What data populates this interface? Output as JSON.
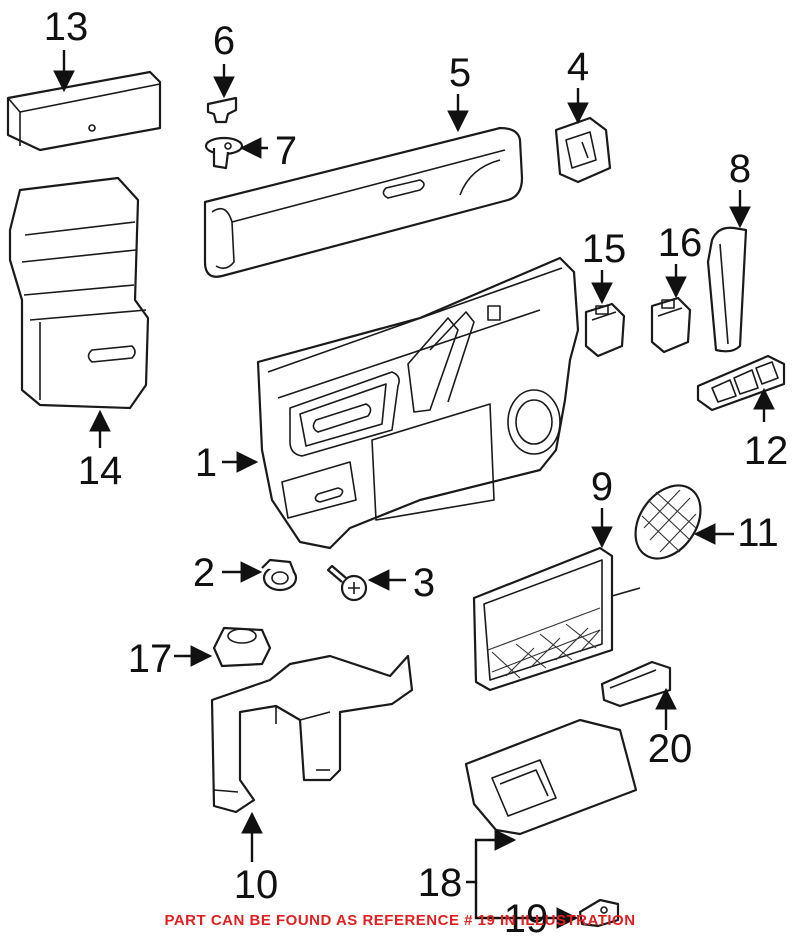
{
  "callouts": {
    "c1": "1",
    "c2": "2",
    "c3": "3",
    "c4": "4",
    "c5": "5",
    "c6": "6",
    "c7": "7",
    "c8": "8",
    "c9": "9",
    "c10": "10",
    "c11": "11",
    "c12": "12",
    "c13": "13",
    "c14": "14",
    "c15": "15",
    "c16": "16",
    "c17": "17",
    "c18": "18",
    "c19": "19",
    "c20": "20"
  },
  "footer": {
    "note": "PART CAN BE FOUND AS REFERENCE # 19 IN ILLUSTRATION"
  },
  "colors": {
    "line": "#1a1a1a",
    "shade": "#d9d9d9",
    "footer_text": "#e02020"
  }
}
